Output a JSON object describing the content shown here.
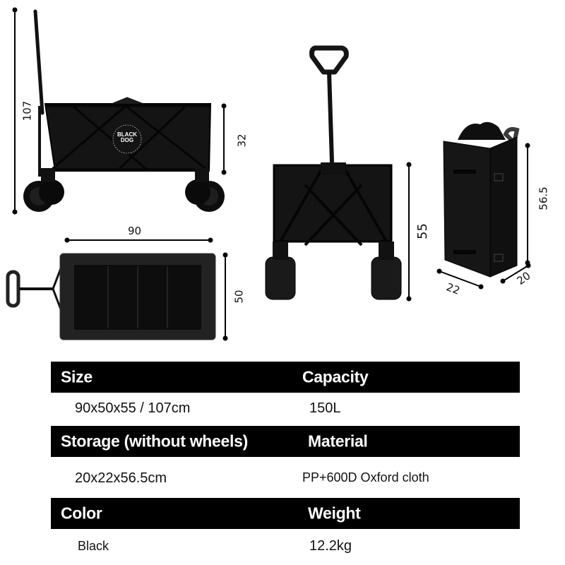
{
  "product": {
    "brand_logo": {
      "line1": "BLACK",
      "line2": "DOG"
    },
    "dimensions": {
      "side_view": {
        "total_height": "107",
        "box_height": "32"
      },
      "top_view": {
        "length": "90",
        "width": "50"
      },
      "front_view": {
        "height": "55"
      },
      "folded_view": {
        "height": "56.5",
        "depth": "22",
        "width": "20"
      }
    }
  },
  "specs": {
    "rows": [
      {
        "header_left": "Size",
        "header_right": "Capacity",
        "value_left": "90x50x55 / 107cm",
        "value_right": "150L"
      },
      {
        "header_left": "Storage (without wheels)",
        "header_right": "Material",
        "value_left": "20x22x56.5cm",
        "value_right": "PP+600D Oxford cloth"
      },
      {
        "header_left": "Color",
        "header_right": "Weight",
        "value_left": "Black",
        "value_right": "12.2kg"
      }
    ]
  },
  "colors": {
    "band": "#000000",
    "band_text": "#ffffff",
    "product": "#141414",
    "frame": "#0a0a0a"
  }
}
